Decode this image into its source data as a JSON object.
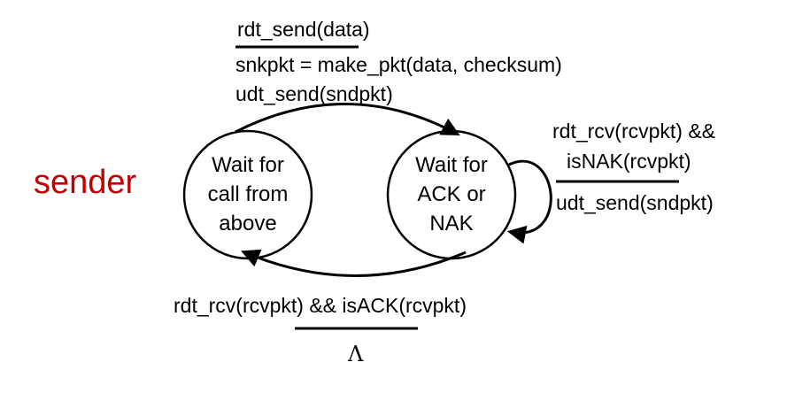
{
  "title": "sender",
  "colors": {
    "title": "#c00000",
    "stroke": "#000000"
  },
  "states": [
    {
      "lines": [
        "Wait for",
        "call from",
        "above"
      ]
    },
    {
      "lines": [
        "Wait for",
        "ACK or",
        "NAK"
      ]
    }
  ],
  "transitions": {
    "send": {
      "event": "rdt_send(data)",
      "actions": [
        "snkpkt = make_pkt(data, checksum)",
        "udt_send(sndpkt)"
      ]
    },
    "nak": {
      "event": [
        "rdt_rcv(rcvpkt) &&",
        "isNAK(rcvpkt)"
      ],
      "action": "udt_send(sndpkt)"
    },
    "ack": {
      "event": "rdt_rcv(rcvpkt) && isACK(rcvpkt)",
      "action": "Λ"
    }
  }
}
